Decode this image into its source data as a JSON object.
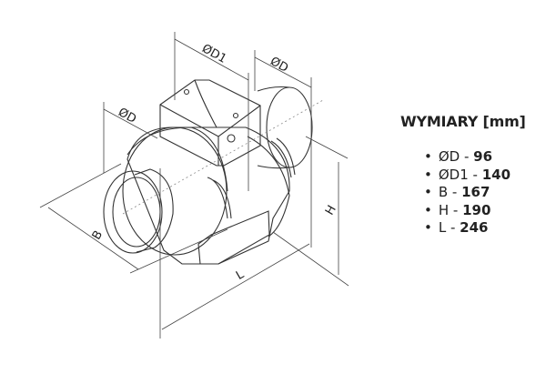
{
  "diagram": {
    "labels": {
      "d1": "ØD1",
      "d_outlet": "ØD",
      "d_inlet": "ØD",
      "b": "B",
      "l": "L",
      "h": "H"
    }
  },
  "specs": {
    "title": "WYMIARY [mm]",
    "items": [
      {
        "name": "ØD",
        "sep": " - ",
        "value": "96"
      },
      {
        "name": "ØD1",
        "sep": " - ",
        "value": "140"
      },
      {
        "name": "B",
        "sep": " - ",
        "value": "167"
      },
      {
        "name": "H",
        "sep": " - ",
        "value": "190"
      },
      {
        "name": "L",
        "sep": " - ",
        "value": "246"
      }
    ]
  }
}
